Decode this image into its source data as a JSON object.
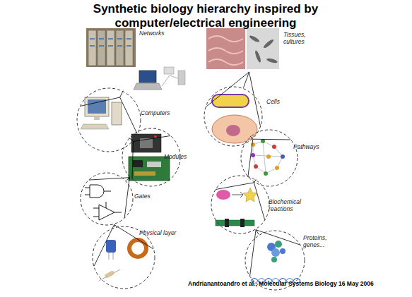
{
  "diagram": {
    "title": "Synthetic biology hierarchy inspired by computer/electrical engineering",
    "caption": "Andrianantoandro et al., Molecular Systems Biology 16 May 2006",
    "nodes": [
      {
        "text": [
          "Networks"
        ]
      },
      {
        "text": [
          "Computers"
        ]
      },
      {
        "text": [
          "Modules"
        ]
      },
      {
        "text": [
          "Gates"
        ]
      },
      {
        "text": [
          "Physical layer"
        ]
      },
      {
        "text": [
          "Tissues, cultures"
        ]
      },
      {
        "text": [
          "Cells"
        ]
      },
      {
        "text": [
          "Pathways"
        ]
      },
      {
        "text": [
          "Biochemical reactions"
        ]
      },
      {
        "text": [
          "Proteins, genes..."
        ]
      }
    ],
    "edges": [
      {
        "from": 0,
        "to": 1,
        "arrow": "none"
      },
      {
        "from": 1,
        "to": 2,
        "arrow": "none"
      },
      {
        "from": 2,
        "to": 3,
        "arrow": "none"
      },
      {
        "from": 3,
        "to": 4,
        "arrow": "none"
      },
      {
        "from": 5,
        "to": 6,
        "arrow": "none"
      },
      {
        "from": 6,
        "to": 7,
        "arrow": "none"
      },
      {
        "from": 7,
        "to": 8,
        "arrow": "none"
      },
      {
        "from": 8,
        "to": 9,
        "arrow": "none"
      }
    ]
  }
}
